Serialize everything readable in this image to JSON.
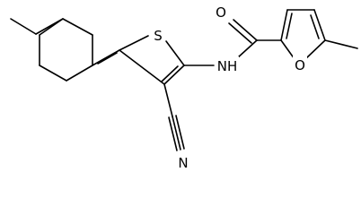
{
  "molecule": {
    "atoms": {
      "S": "S",
      "NH": "NH",
      "O_carbonyl": "O",
      "O_furan": "O",
      "N_nitrile": "N"
    },
    "line_color": "#000000",
    "background": "#ffffff"
  }
}
